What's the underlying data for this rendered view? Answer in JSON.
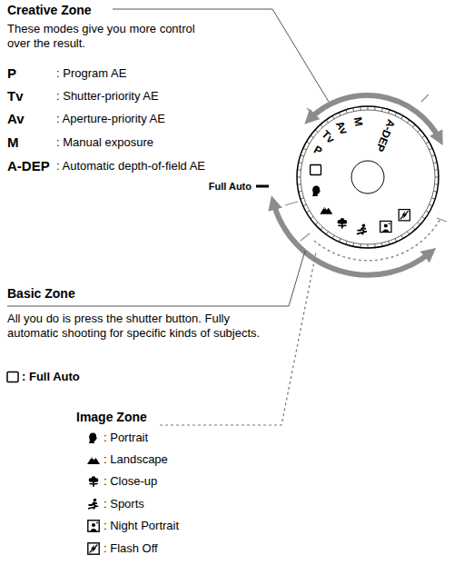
{
  "diagram": {
    "nodes": [
      {
        "text": [
          "P",
          "Tv",
          "Av",
          "M",
          "A-DEP"
        ]
      }
    ],
    "labels": [
      "Creative Zone",
      "These modes give you more control over the result.",
      "P",
      ": Program AE",
      "Tv",
      ": Shutter-priority AE",
      "Av",
      ": Aperture-priority AE",
      "M",
      ": Manual exposure",
      "A-DEP",
      ": Automatic depth-of-field AE",
      "Full Auto",
      "Basic Zone",
      "All you do is press the shutter button. Fully automatic shooting for specific kinds of subjects.",
      ": Full Auto",
      "Image Zone",
      ": Portrait",
      ": Landscape",
      ": Close-up",
      ": Sports",
      ": Night Portrait",
      ": Flash Off"
    ]
  }
}
